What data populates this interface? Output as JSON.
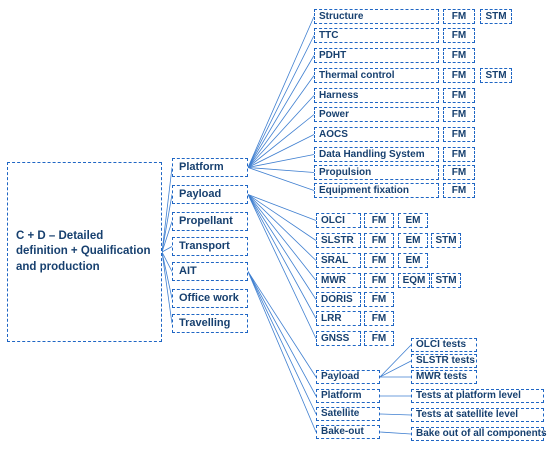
{
  "colors": {
    "border": "#1f66c4",
    "text": "#17406f",
    "connector": "#3f7fd0"
  },
  "root": {
    "label": "C + D – Detailed definition + Qualification and production"
  },
  "categories": [
    {
      "id": "platform",
      "label": "Platform"
    },
    {
      "id": "payload",
      "label": "Payload"
    },
    {
      "id": "propellant",
      "label": "Propellant"
    },
    {
      "id": "transport",
      "label": "Transport"
    },
    {
      "id": "ait",
      "label": "AIT"
    },
    {
      "id": "office-work",
      "label": "Office work"
    },
    {
      "id": "travelling",
      "label": "Travelling"
    }
  ],
  "platform_items": [
    {
      "label": "Structure",
      "models": [
        "FM",
        "STM"
      ]
    },
    {
      "label": "TTC",
      "models": [
        "FM"
      ]
    },
    {
      "label": "PDHT",
      "models": [
        "FM"
      ]
    },
    {
      "label": "Thermal control",
      "models": [
        "FM",
        "STM"
      ]
    },
    {
      "label": "Harness",
      "models": [
        "FM"
      ]
    },
    {
      "label": "Power",
      "models": [
        "FM"
      ]
    },
    {
      "label": "AOCS",
      "models": [
        "FM"
      ]
    },
    {
      "label": "Data Handling System",
      "models": [
        "FM"
      ]
    },
    {
      "label": "Propulsion",
      "models": [
        "FM"
      ]
    },
    {
      "label": "Equipment fixation",
      "models": [
        "FM"
      ]
    }
  ],
  "payload_items": [
    {
      "label": "OLCI",
      "models": [
        "FM",
        "EM"
      ]
    },
    {
      "label": "SLSTR",
      "models": [
        "FM",
        "EM",
        "STM"
      ]
    },
    {
      "label": "SRAL",
      "models": [
        "FM",
        "EM"
      ]
    },
    {
      "label": "MWR",
      "models": [
        "FM",
        "EQM",
        "STM"
      ]
    },
    {
      "label": "DORIS",
      "models": [
        "FM"
      ]
    },
    {
      "label": "LRR",
      "models": [
        "FM"
      ]
    },
    {
      "label": "GNSS",
      "models": [
        "FM"
      ]
    }
  ],
  "ait_items": [
    {
      "label": "Payload",
      "tests": [
        "OLCI tests",
        "SLSTR tests",
        "MWR tests"
      ]
    },
    {
      "label": "Platform",
      "tests": [
        "Tests at platform level"
      ]
    },
    {
      "label": "Satellite",
      "tests": [
        "Tests at satellite level"
      ]
    },
    {
      "label": "Bake-out",
      "tests": [
        "Bake out of all components"
      ]
    }
  ]
}
